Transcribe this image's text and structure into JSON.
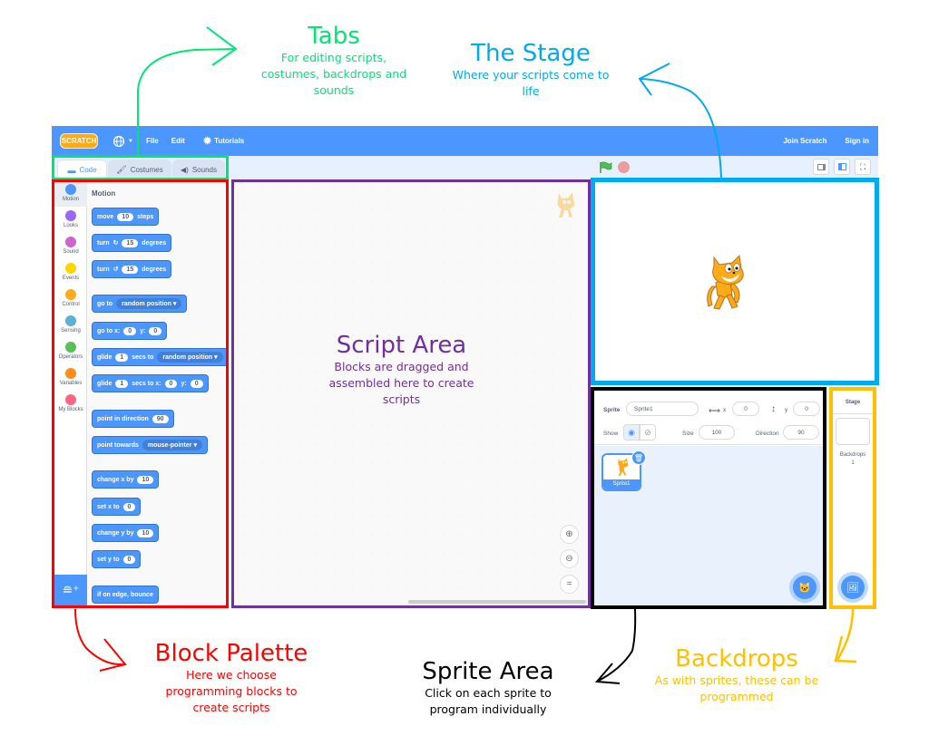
{
  "annotations": {
    "tabs": {
      "title": "Tabs",
      "lines": [
        "For editing scripts,",
        "costumes, backdrops and",
        "sounds"
      ],
      "color": "#00e676"
    },
    "stage": {
      "title": "The Stage",
      "lines": [
        "Where your scripts come to",
        "life"
      ],
      "color": "#00aaee"
    },
    "script_area": {
      "title": "Script Area",
      "lines": [
        "Blocks are dragged and",
        "assembled here to create",
        "scripts"
      ],
      "color": "#7030a0"
    },
    "block_palette": {
      "title": "Block Palette",
      "lines": [
        "Here we choose",
        "programming blocks to",
        "create scripts"
      ],
      "color": "#ff0000"
    },
    "sprite_area": {
      "title": "Sprite Area",
      "lines": [
        "Click on each sprite to",
        "program individually"
      ],
      "color": "#000000"
    },
    "backdrops": {
      "title": "Backdrops",
      "lines": [
        "As with sprites, these can be",
        "programmed"
      ],
      "color": "#ffc000"
    }
  },
  "menubar": {
    "logo": "SCRATCH",
    "language_icon": "globe-icon",
    "file": "File",
    "edit": "Edit",
    "tutorials": "Tutorials",
    "join": "Join Scratch",
    "signin": "Sign in"
  },
  "tabs": [
    {
      "label": "Code",
      "icon": "code-icon",
      "active": true
    },
    {
      "label": "Costumes",
      "icon": "brush-icon",
      "active": false
    },
    {
      "label": "Sounds",
      "icon": "speaker-icon",
      "active": false
    }
  ],
  "categories": [
    {
      "label": "Motion",
      "color": "#4c97ff"
    },
    {
      "label": "Looks",
      "color": "#9966ff"
    },
    {
      "label": "Sound",
      "color": "#cf63cf"
    },
    {
      "label": "Events",
      "color": "#ffd500"
    },
    {
      "label": "Control",
      "color": "#ffab19"
    },
    {
      "label": "Sensing",
      "color": "#5cb1d6"
    },
    {
      "label": "Operators",
      "color": "#59c059"
    },
    {
      "label": "Variables",
      "color": "#ff8c1a"
    },
    {
      "label": "My Blocks",
      "color": "#ff6680"
    }
  ],
  "palette": {
    "heading": "Motion",
    "blocks": {
      "move": {
        "a": "move",
        "v": "10",
        "b": "steps"
      },
      "turn_cw": {
        "a": "turn",
        "icon": "↻",
        "v": "15",
        "b": "degrees"
      },
      "turn_ccw": {
        "a": "turn",
        "icon": "↺",
        "v": "15",
        "b": "degrees"
      },
      "goto": {
        "a": "go to",
        "dd": "random position ▾"
      },
      "gotoxy": {
        "a": "go to x:",
        "x": "0",
        "ylbl": "y:",
        "y": "0"
      },
      "glide": {
        "a": "glide",
        "v": "1",
        "b": "secs to",
        "dd": "random position ▾"
      },
      "glidexy": {
        "a": "glide",
        "v": "1",
        "b": "secs to x:",
        "x": "0",
        "ylbl": "y:",
        "y": "0"
      },
      "point_dir": {
        "a": "point in direction",
        "v": "90"
      },
      "point_towards": {
        "a": "point towards",
        "dd": "mouse-pointer ▾"
      },
      "change_x": {
        "a": "change x by",
        "v": "10"
      },
      "set_x": {
        "a": "set x to",
        "v": "0"
      },
      "change_y": {
        "a": "change y by",
        "v": "10"
      },
      "set_y": {
        "a": "set y to",
        "v": "0"
      },
      "bounce": {
        "a": "if on edge, bounce"
      }
    }
  },
  "controls": {
    "green_flag": "green-flag-icon",
    "stop": "stop-icon"
  },
  "sprite_info": {
    "sprite_label": "Sprite",
    "sprite_name": "Sprite1",
    "x_label": "x",
    "x": "0",
    "y_label": "y",
    "y": "0",
    "show_label": "Show",
    "size_label": "Size",
    "size": "100",
    "direction_label": "Direction",
    "direction": "90"
  },
  "sprites": [
    {
      "name": "Sprite1",
      "selected": true
    }
  ],
  "stage_pane": {
    "title": "Stage",
    "backdrops_label": "Backdrops",
    "backdrops_count": "1"
  }
}
